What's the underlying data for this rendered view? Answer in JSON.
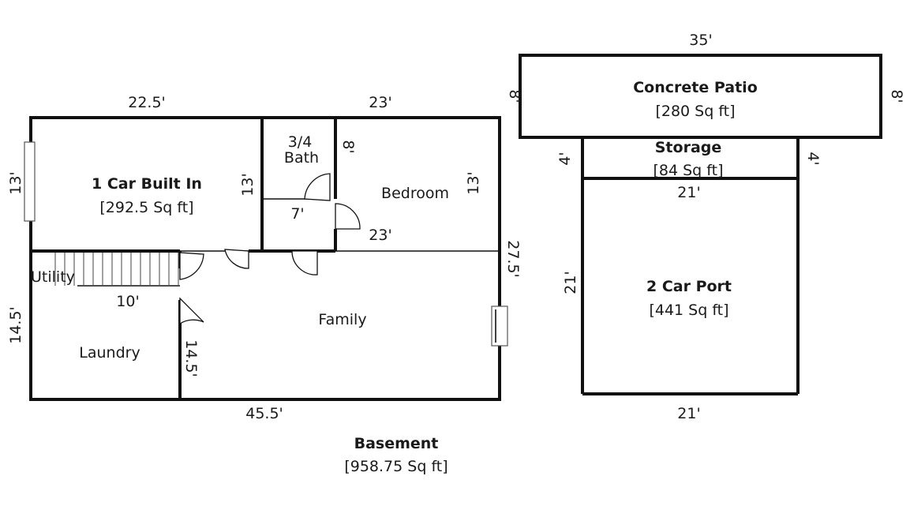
{
  "basement": {
    "title": "Basement",
    "area": "[958.75 Sq ft]",
    "dims": {
      "top_left": "22.5'",
      "top_right": "23'",
      "bottom": "45.5'",
      "left_upper": "13'",
      "left_lower": "14.5'",
      "right": "27.5'"
    },
    "rooms": {
      "garage": {
        "name": "1 Car Built In",
        "area": "[292.5 Sq ft]",
        "dim": "13'"
      },
      "bath": {
        "name_line1": "3/4",
        "name_line2": "Bath",
        "dim_h": "8'",
        "dim_w": "7'"
      },
      "bedroom": {
        "name": "Bedroom",
        "dim_h": "13'",
        "dim_w": "23'"
      },
      "utility": {
        "name": "Utility",
        "dim": "10'"
      },
      "laundry": {
        "name": "Laundry",
        "dim": "14.5'"
      },
      "family": {
        "name": "Family"
      }
    }
  },
  "patio": {
    "name": "Concrete Patio",
    "area": "[280 Sq ft]",
    "dim_w": "35'",
    "dim_h_left": "8'",
    "dim_h_right": "8'"
  },
  "storage": {
    "name": "Storage",
    "area": "[84 Sq ft]",
    "dim_h_left": "4'",
    "dim_h_right": "4'",
    "dim_w": "21'"
  },
  "carport": {
    "name": "2 Car Port",
    "area": "[441 Sq ft]",
    "dim_h": "21'",
    "dim_w_bottom": "21'"
  }
}
